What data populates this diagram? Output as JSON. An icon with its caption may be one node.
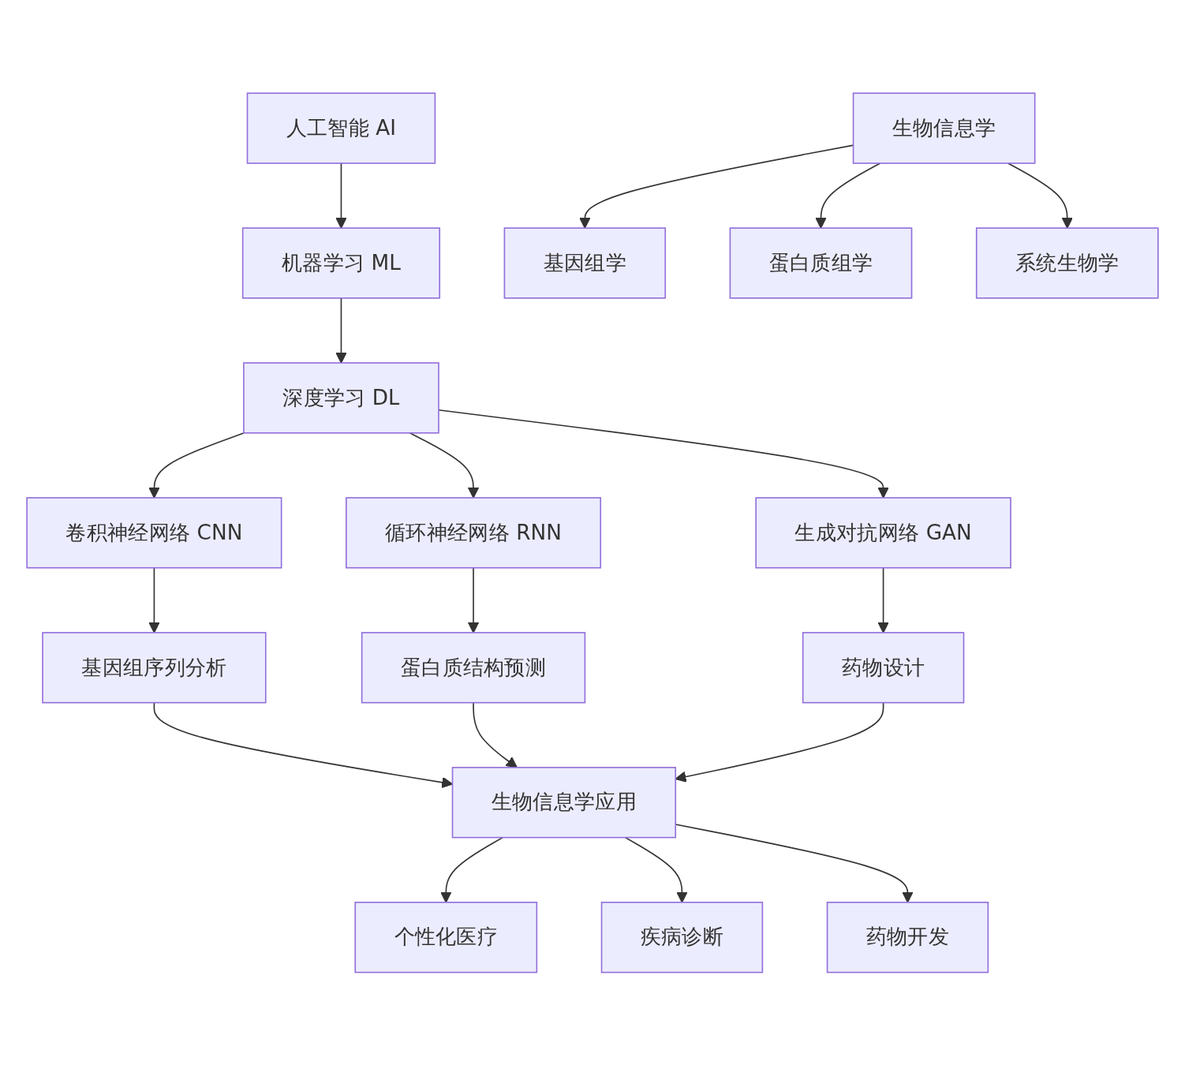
{
  "diagram": {
    "nodes": [
      {
        "text": [
          "人工智能 AI"
        ]
      },
      {
        "text": [
          "机器学习 ML"
        ]
      },
      {
        "text": [
          "深度学习 DL"
        ]
      },
      {
        "text": [
          "生物信息学"
        ]
      },
      {
        "text": [
          "基因组学"
        ]
      },
      {
        "text": [
          "蛋白质组学"
        ]
      },
      {
        "text": [
          "系统生物学"
        ]
      },
      {
        "text": [
          "卷积神经网络 CNN"
        ]
      },
      {
        "text": [
          "循环神经网络 RNN"
        ]
      },
      {
        "text": [
          "生成对抗网络 GAN"
        ]
      },
      {
        "text": [
          "基因组序列分析"
        ]
      },
      {
        "text": [
          "蛋白质结构预测"
        ]
      },
      {
        "text": [
          "药物设计"
        ]
      },
      {
        "text": [
          "生物信息学应用"
        ]
      },
      {
        "text": [
          "个性化医疗"
        ]
      },
      {
        "text": [
          "疾病诊断"
        ]
      },
      {
        "text": [
          "药物开发"
        ]
      }
    ],
    "edges": [
      {
        "from": 0,
        "to": 1,
        "arrow": "to"
      },
      {
        "from": 1,
        "to": 2,
        "arrow": "to"
      },
      {
        "from": 3,
        "to": 4,
        "arrow": "to"
      },
      {
        "from": 3,
        "to": 5,
        "arrow": "to"
      },
      {
        "from": 3,
        "to": 6,
        "arrow": "to"
      },
      {
        "from": 2,
        "to": 7,
        "arrow": "to"
      },
      {
        "from": 2,
        "to": 8,
        "arrow": "to"
      },
      {
        "from": 2,
        "to": 9,
        "arrow": "to"
      },
      {
        "from": 7,
        "to": 10,
        "arrow": "to"
      },
      {
        "from": 8,
        "to": 11,
        "arrow": "to"
      },
      {
        "from": 9,
        "to": 12,
        "arrow": "to"
      },
      {
        "from": 10,
        "to": 13,
        "arrow": "to"
      },
      {
        "from": 11,
        "to": 13,
        "arrow": "to"
      },
      {
        "from": 12,
        "to": 13,
        "arrow": "to"
      },
      {
        "from": 13,
        "to": 14,
        "arrow": "to"
      },
      {
        "from": 13,
        "to": 15,
        "arrow": "to"
      },
      {
        "from": 13,
        "to": 16,
        "arrow": "to"
      }
    ]
  }
}
